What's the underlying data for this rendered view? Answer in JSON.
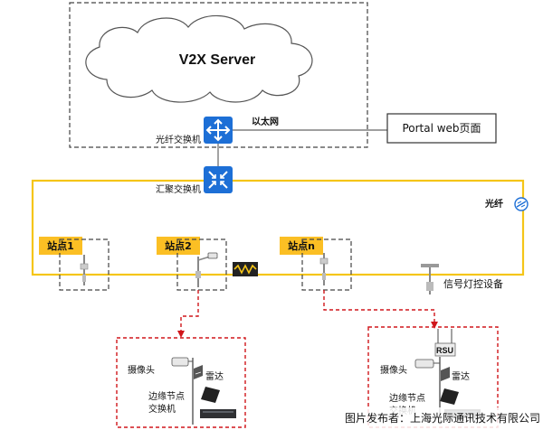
{
  "server": {
    "label": "V2X Server"
  },
  "switches": {
    "fiber_switch_label": "光纤交换机",
    "aggregation_switch_label": "汇聚交换机"
  },
  "links": {
    "ethernet_label": "以太网",
    "fiber_label": "光纤"
  },
  "portal": {
    "label": "Portal web页面"
  },
  "sites": [
    {
      "label": "站点1"
    },
    {
      "label": "站点2"
    },
    {
      "label": "站点n"
    }
  ],
  "signal_device": {
    "label": "信号灯控设备"
  },
  "edge_box_left": {
    "camera_label": "摄像头",
    "radar_label": "雷达",
    "edge_node_label": "边缘节点",
    "switch_label": "交换机"
  },
  "edge_box_right": {
    "rsu_label": "RSU",
    "camera_label": "摄像头",
    "radar_label": "雷达",
    "edge_node_label": "边缘节点",
    "switch_label": "交换机"
  },
  "watermark": "图片发布者：上海光际通讯技术有限公司",
  "colors": {
    "fiber_ring": "#f5c518",
    "site_label_bg": "#fbbf24",
    "switch_blue": "#1d6fd6",
    "red_dash": "#d0161b",
    "dashed_gray": "#444444"
  }
}
